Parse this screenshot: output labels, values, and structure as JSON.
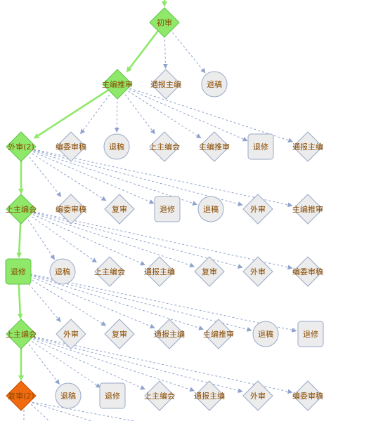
{
  "colors": {
    "active_fill": "#8fe86a",
    "active_stroke": "#5fc44a",
    "current_fill": "#f06a10",
    "current_stroke": "#c74c00",
    "inactive_fill": "#ececec",
    "inactive_stroke": "#9aa9c8",
    "dashed_edge": "#8fa3cc",
    "solid_edge": "#8fe86a",
    "label": "#8a4b00"
  },
  "nodes": [
    {
      "id": "n1",
      "label": "初审",
      "shape": "diamond",
      "state": "active"
    },
    {
      "id": "n2",
      "label": "主编推审",
      "shape": "diamond",
      "state": "active"
    },
    {
      "id": "n2a",
      "label": "通报主编",
      "shape": "diamond",
      "state": "inactive"
    },
    {
      "id": "n2b",
      "label": "退稿",
      "shape": "circle",
      "state": "inactive"
    },
    {
      "id": "n3",
      "label": "外审(2)",
      "shape": "diamond",
      "state": "active"
    },
    {
      "id": "n3a",
      "label": "编委审稿",
      "shape": "diamond",
      "state": "inactive"
    },
    {
      "id": "n3b",
      "label": "退稿",
      "shape": "circle",
      "state": "inactive"
    },
    {
      "id": "n3c",
      "label": "上主编会",
      "shape": "diamond",
      "state": "inactive"
    },
    {
      "id": "n3d",
      "label": "主编推审",
      "shape": "diamond",
      "state": "inactive"
    },
    {
      "id": "n3e",
      "label": "退修",
      "shape": "rect",
      "state": "inactive"
    },
    {
      "id": "n3f",
      "label": "通报主编",
      "shape": "diamond",
      "state": "inactive"
    },
    {
      "id": "n4",
      "label": "上主编会",
      "shape": "diamond",
      "state": "active"
    },
    {
      "id": "n4a",
      "label": "编委审稿",
      "shape": "diamond",
      "state": "inactive"
    },
    {
      "id": "n4b",
      "label": "复审",
      "shape": "diamond",
      "state": "inactive"
    },
    {
      "id": "n4c",
      "label": "退修",
      "shape": "rect",
      "state": "inactive"
    },
    {
      "id": "n4d",
      "label": "退稿",
      "shape": "circle",
      "state": "inactive"
    },
    {
      "id": "n4e",
      "label": "外审",
      "shape": "diamond",
      "state": "inactive"
    },
    {
      "id": "n4f",
      "label": "主编推审",
      "shape": "diamond",
      "state": "inactive"
    },
    {
      "id": "n5",
      "label": "退修",
      "shape": "rect",
      "state": "active"
    },
    {
      "id": "n5a",
      "label": "退稿",
      "shape": "circle",
      "state": "inactive"
    },
    {
      "id": "n5b",
      "label": "上主编会",
      "shape": "diamond",
      "state": "inactive"
    },
    {
      "id": "n5c",
      "label": "通报主编",
      "shape": "diamond",
      "state": "inactive"
    },
    {
      "id": "n5d",
      "label": "复审",
      "shape": "diamond",
      "state": "inactive"
    },
    {
      "id": "n5e",
      "label": "外审",
      "shape": "diamond",
      "state": "inactive"
    },
    {
      "id": "n5f",
      "label": "编委审稿",
      "shape": "diamond",
      "state": "inactive"
    },
    {
      "id": "n6",
      "label": "上主编会",
      "shape": "diamond",
      "state": "active"
    },
    {
      "id": "n6a",
      "label": "外审",
      "shape": "diamond",
      "state": "inactive"
    },
    {
      "id": "n6b",
      "label": "复审",
      "shape": "diamond",
      "state": "inactive"
    },
    {
      "id": "n6c",
      "label": "通报主编",
      "shape": "diamond",
      "state": "inactive"
    },
    {
      "id": "n6d",
      "label": "主编推审",
      "shape": "diamond",
      "state": "inactive"
    },
    {
      "id": "n6e",
      "label": "退稿",
      "shape": "circle",
      "state": "inactive"
    },
    {
      "id": "n6f",
      "label": "退修",
      "shape": "rect",
      "state": "inactive"
    },
    {
      "id": "n7",
      "label": "复审(2)",
      "shape": "diamond",
      "state": "current"
    },
    {
      "id": "n7a",
      "label": "退稿",
      "shape": "circle",
      "state": "inactive"
    },
    {
      "id": "n7b",
      "label": "退修",
      "shape": "rect",
      "state": "inactive"
    },
    {
      "id": "n7c",
      "label": "上主编会",
      "shape": "diamond",
      "state": "inactive"
    },
    {
      "id": "n7d",
      "label": "通报主编",
      "shape": "diamond",
      "state": "inactive"
    },
    {
      "id": "n7e",
      "label": "外审",
      "shape": "diamond",
      "state": "inactive"
    },
    {
      "id": "n7f",
      "label": "编委审稿",
      "shape": "diamond",
      "state": "inactive"
    }
  ],
  "edges": [
    {
      "from": "n1",
      "to": "n2",
      "style": "solid"
    },
    {
      "from": "n2",
      "to": "n3",
      "style": "solid"
    },
    {
      "from": "n3",
      "to": "n4",
      "style": "solid"
    },
    {
      "from": "n4",
      "to": "n5",
      "style": "solid"
    },
    {
      "from": "n5",
      "to": "n6",
      "style": "solid"
    },
    {
      "from": "n6",
      "to": "n7",
      "style": "solid"
    },
    {
      "from": "n1",
      "to": "n2a",
      "style": "dashed"
    },
    {
      "from": "n1",
      "to": "n2b",
      "style": "dashed"
    },
    {
      "from": "n2",
      "to": "n3a",
      "style": "dashed"
    },
    {
      "from": "n2",
      "to": "n3b",
      "style": "dashed"
    },
    {
      "from": "n2",
      "to": "n3c",
      "style": "dashed"
    },
    {
      "from": "n2",
      "to": "n3d",
      "style": "dashed"
    },
    {
      "from": "n2",
      "to": "n3e",
      "style": "dashed"
    },
    {
      "from": "n2",
      "to": "n3f",
      "style": "dashed"
    },
    {
      "from": "n3",
      "to": "n4a",
      "style": "dashed"
    },
    {
      "from": "n3",
      "to": "n4b",
      "style": "dashed"
    },
    {
      "from": "n3",
      "to": "n4c",
      "style": "dashed"
    },
    {
      "from": "n3",
      "to": "n4d",
      "style": "dashed"
    },
    {
      "from": "n3",
      "to": "n4e",
      "style": "dashed"
    },
    {
      "from": "n3",
      "to": "n4f",
      "style": "dashed"
    },
    {
      "from": "n4",
      "to": "n5a",
      "style": "dashed"
    },
    {
      "from": "n4",
      "to": "n5b",
      "style": "dashed"
    },
    {
      "from": "n4",
      "to": "n5c",
      "style": "dashed"
    },
    {
      "from": "n4",
      "to": "n5d",
      "style": "dashed"
    },
    {
      "from": "n4",
      "to": "n5e",
      "style": "dashed"
    },
    {
      "from": "n4",
      "to": "n5f",
      "style": "dashed"
    },
    {
      "from": "n5",
      "to": "n6a",
      "style": "dashed"
    },
    {
      "from": "n5",
      "to": "n6b",
      "style": "dashed"
    },
    {
      "from": "n5",
      "to": "n6c",
      "style": "dashed"
    },
    {
      "from": "n5",
      "to": "n6d",
      "style": "dashed"
    },
    {
      "from": "n5",
      "to": "n6e",
      "style": "dashed"
    },
    {
      "from": "n5",
      "to": "n6f",
      "style": "dashed"
    },
    {
      "from": "n6",
      "to": "n7a",
      "style": "dashed"
    },
    {
      "from": "n6",
      "to": "n7b",
      "style": "dashed"
    },
    {
      "from": "n6",
      "to": "n7c",
      "style": "dashed"
    },
    {
      "from": "n6",
      "to": "n7d",
      "style": "dashed"
    },
    {
      "from": "n6",
      "to": "n7e",
      "style": "dashed"
    },
    {
      "from": "n6",
      "to": "n7f",
      "style": "dashed"
    }
  ]
}
